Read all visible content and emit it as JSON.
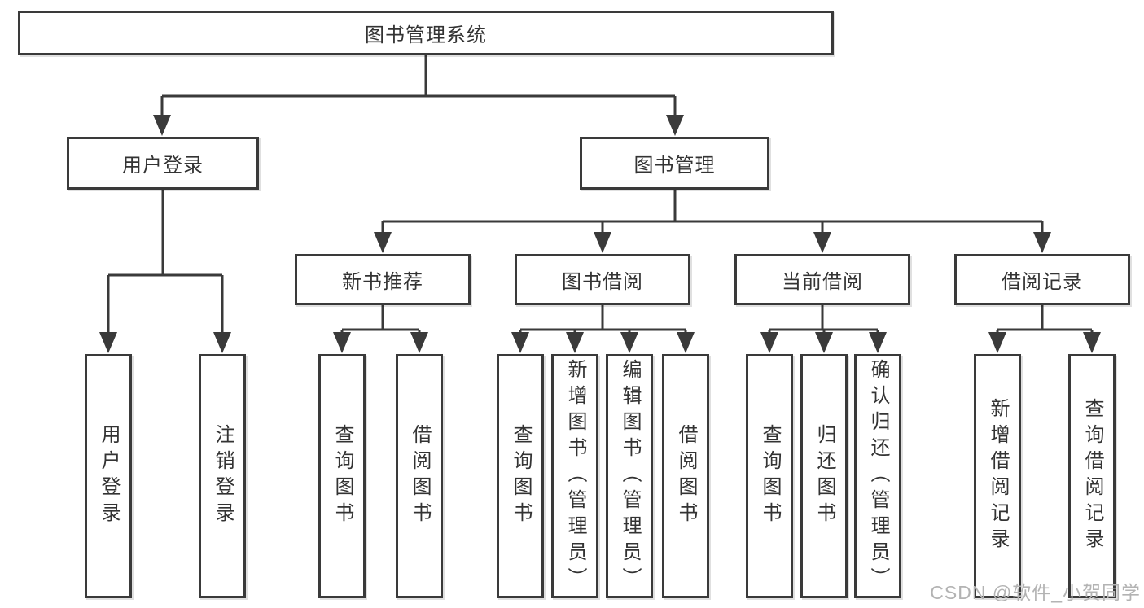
{
  "diagram": {
    "title": "图书管理系统",
    "branches": {
      "user_login": {
        "label": "用户登录",
        "children": [
          "用户登录",
          "注销登录"
        ]
      },
      "book_management": {
        "label": "图书管理",
        "sections": [
          {
            "label": "新书推荐",
            "children": [
              "查询图书",
              "借阅图书"
            ]
          },
          {
            "label": "图书借阅",
            "children": [
              "查询图书",
              "新增图书（管理员）",
              "编辑图书（管理员）",
              "借阅图书"
            ]
          },
          {
            "label": "当前借阅",
            "children": [
              "查询图书",
              "归还图书",
              "确认归还（管理员）"
            ]
          },
          {
            "label": "借阅记录",
            "children": [
              "新增借阅记录",
              "查询借阅记录"
            ]
          }
        ]
      }
    }
  },
  "watermark": "CSDN @软件_小贺同学",
  "colors": {
    "line": "#3a3a3a",
    "text": "#333333",
    "box_background": "#ffffff",
    "page_background": "#ffffff",
    "watermark": "#b3b3b3"
  }
}
